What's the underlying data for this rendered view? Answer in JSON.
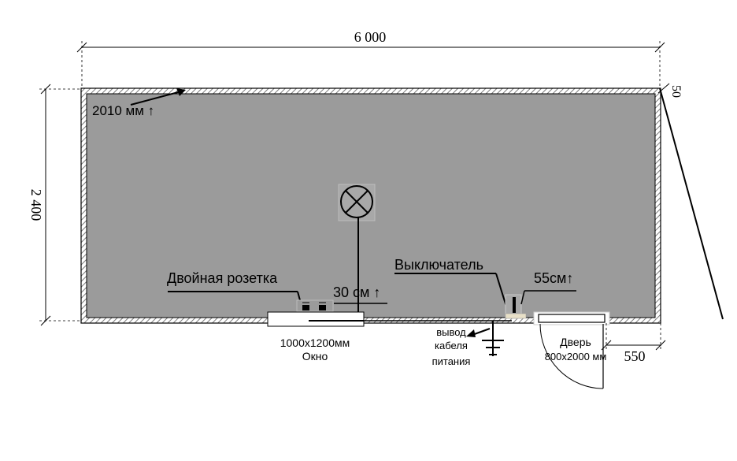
{
  "dimensions": {
    "width_label": "6 000",
    "height_label": "2 400",
    "wall_label": "50",
    "door_offset_label": "550"
  },
  "labels": {
    "ceiling_height": "2010 мм ↑",
    "double_socket": "Двойная розетка",
    "socket_height": "30 см ↑",
    "switch": "Выключатель",
    "switch_height": "55см↑",
    "window_size": "1000х1200мм",
    "window": "Окно",
    "cable_line1": "вывод",
    "cable_line2": "кабеля",
    "cable_line3": "питания",
    "door": "Дверь",
    "door_size": "800х2000 мм"
  },
  "colors": {
    "room_fill": "#9b9b9b",
    "wall_hatch": "#8a8a8a",
    "line": "#000000"
  }
}
